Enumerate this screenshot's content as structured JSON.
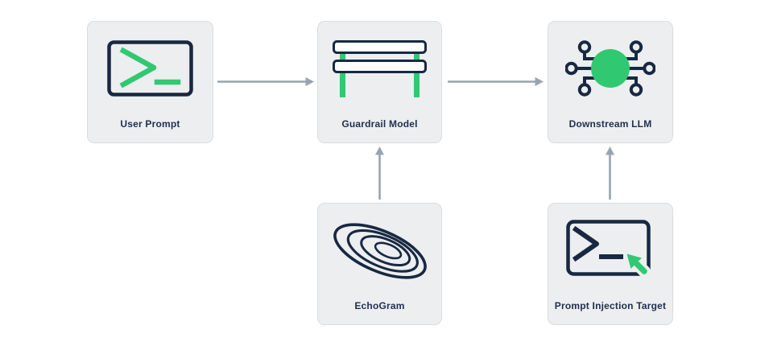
{
  "diagram": {
    "type": "flow-diagram",
    "nodes": [
      {
        "id": "user-prompt",
        "label": "User Prompt",
        "icon": "terminal-icon"
      },
      {
        "id": "guardrail-model",
        "label": "Guardrail Model",
        "icon": "guardrail-icon"
      },
      {
        "id": "downstream-llm",
        "label": "Downstream LLM",
        "icon": "hub-network-icon"
      },
      {
        "id": "echogram",
        "label": "EchoGram",
        "icon": "contour-ellipses-icon"
      },
      {
        "id": "prompt-injection-target",
        "label": "Prompt Injection Target",
        "icon": "terminal-cursor-icon"
      }
    ],
    "edges": [
      {
        "from": "User Prompt",
        "to": "Guardrail Model",
        "direction": "right"
      },
      {
        "from": "Guardrail Model",
        "to": "Downstream LLM",
        "direction": "right"
      },
      {
        "from": "EchoGram",
        "to": "Guardrail Model",
        "direction": "up"
      },
      {
        "from": "Prompt Injection Target",
        "to": "Downstream LLM",
        "direction": "up"
      }
    ],
    "colors": {
      "background": "#ffffff",
      "card_fill": "#ECEEF0",
      "card_border": "#DADDE1",
      "navy": "#182841",
      "green": "#30C972",
      "arrow_gray": "#9AA4AE",
      "label_text": "#1F2F50"
    }
  }
}
